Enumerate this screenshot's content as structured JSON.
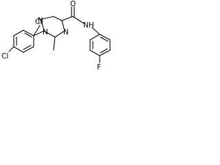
{
  "molecule": {
    "atoms": {
      "cl_ortho": "Cl",
      "cl_para": "Cl",
      "n_ring_top": "N",
      "n_ring_n1": "N",
      "n_ring_n4": "N",
      "carbonyl_o": "O",
      "amide_nh": "NH",
      "fluorine": "F"
    }
  }
}
